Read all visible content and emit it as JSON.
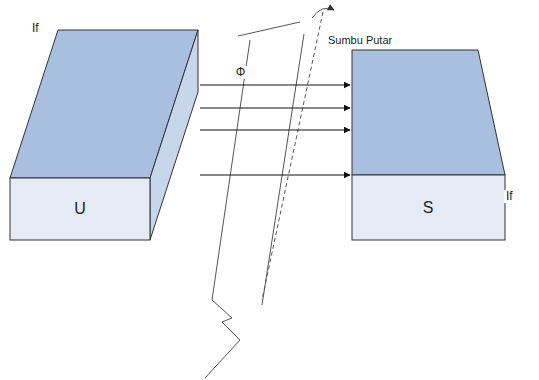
{
  "diagram": {
    "nodes": [
      {
        "text": [
          "U"
        ]
      },
      {
        "text": [
          "S"
        ]
      }
    ],
    "edges": [
      {
        "from": 0,
        "to": 1,
        "arrow": "to",
        "label": "Φ"
      },
      {
        "from": 0,
        "to": 1,
        "arrow": "to"
      },
      {
        "from": 0,
        "to": 1,
        "arrow": "to"
      },
      {
        "from": 0,
        "to": 1,
        "arrow": "to"
      }
    ],
    "labels": [
      "If",
      "Sumbu Putar",
      "If"
    ]
  }
}
